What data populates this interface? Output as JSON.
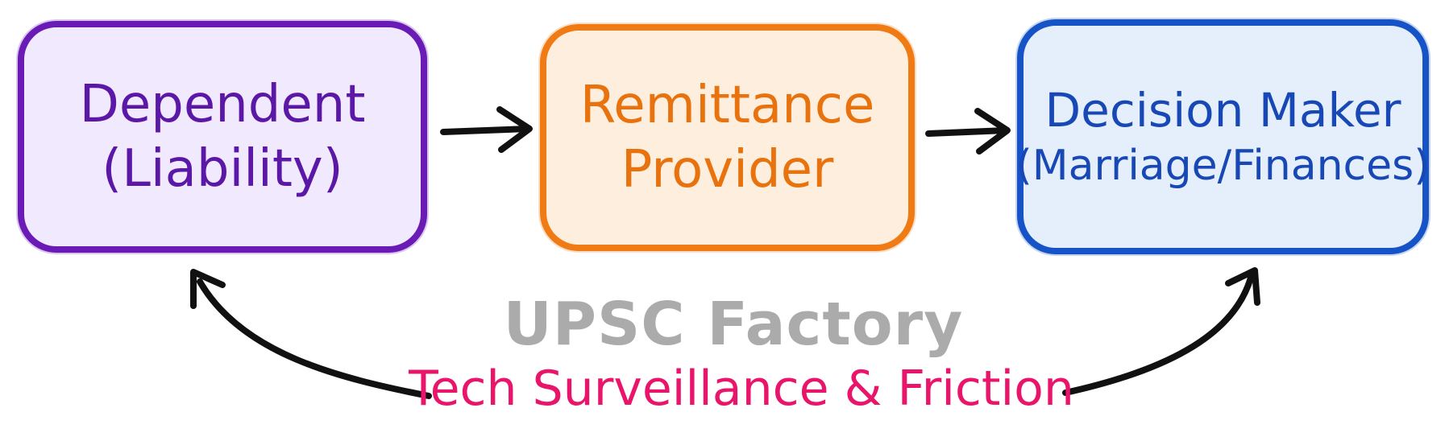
{
  "boxes": {
    "dependent": {
      "line1": "Dependent",
      "line2": "(Liability)"
    },
    "remittance": {
      "line1": "Remittance",
      "line2": "Provider"
    },
    "decision": {
      "line1": "Decision Maker",
      "line2": "(Marriage/Finances)"
    }
  },
  "watermark": "UPSC Factory",
  "cycle_label": "Tech Surveillance & Friction",
  "colors": {
    "dependent": "#6a1bb5",
    "remittance": "#f07a14",
    "decision": "#1553c7",
    "cycle_label": "#e8156a",
    "watermark": "#ababab",
    "arrow": "#111111"
  }
}
